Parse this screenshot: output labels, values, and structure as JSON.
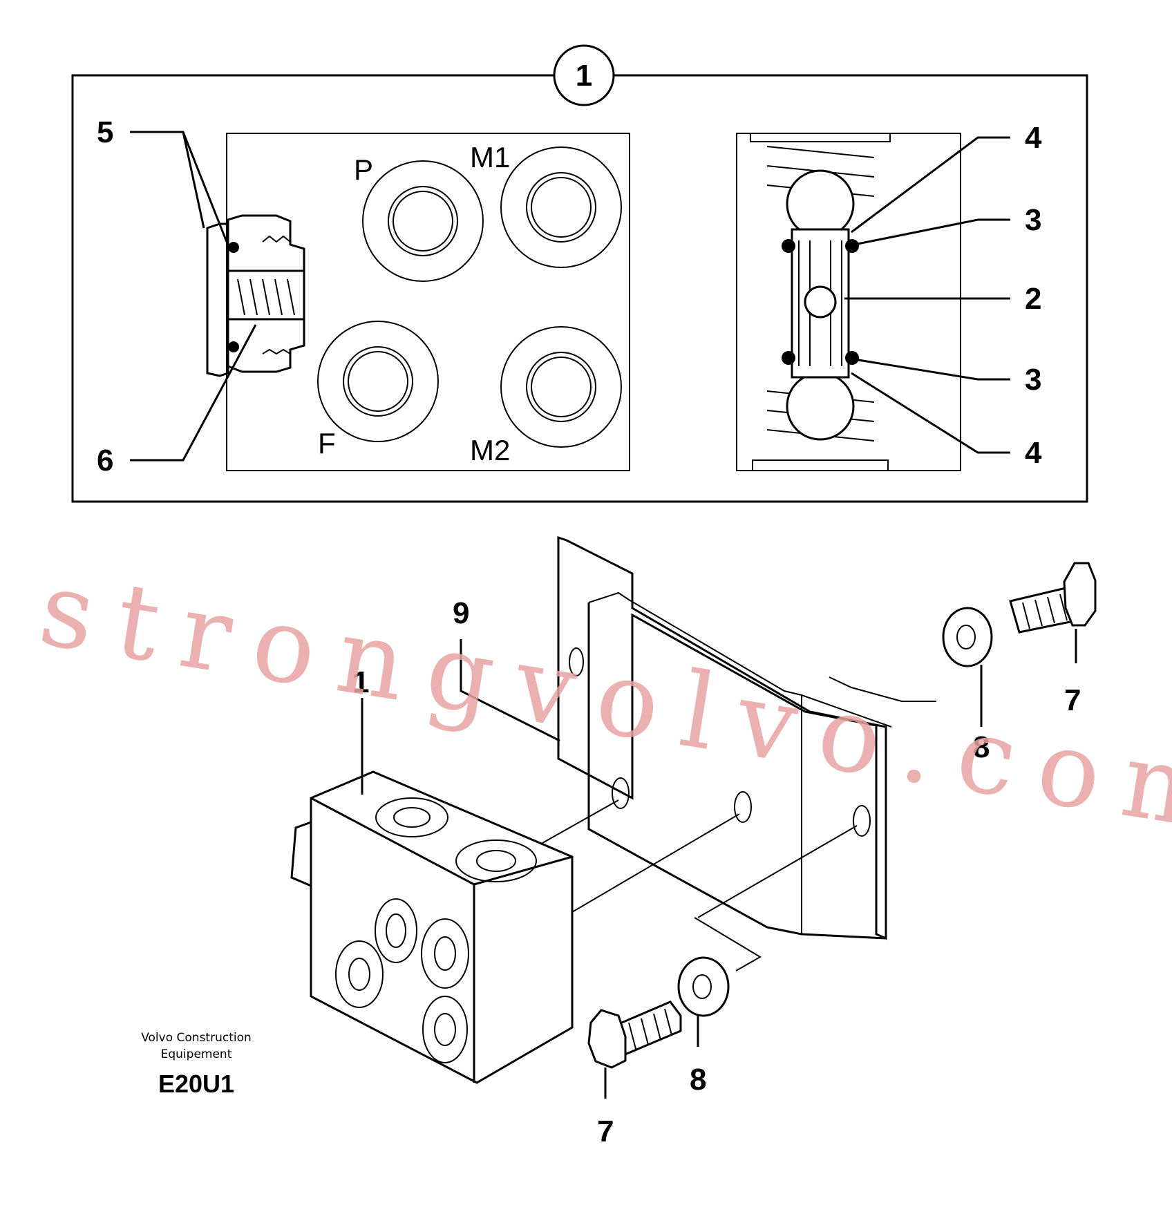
{
  "detail": {
    "badge": "1",
    "callouts": {
      "c5": "5",
      "c6": "6",
      "c4a": "4",
      "c3a": "3",
      "c2": "2",
      "c3b": "3",
      "c4b": "4"
    },
    "ports": {
      "p": "P",
      "m1": "M1",
      "f": "F",
      "m2": "M2"
    }
  },
  "assembly": {
    "callouts": {
      "c9": "9",
      "c1": "1",
      "c7_upper": "7",
      "c8_upper": "8",
      "c8_lower": "8",
      "c7_lower": "7"
    }
  },
  "credit": {
    "line1": "Volvo Construction",
    "line2": "Equipement",
    "code": "E20U1"
  },
  "watermark": {
    "text": "strongvolvo.com",
    "color": "#e8a3a3"
  }
}
